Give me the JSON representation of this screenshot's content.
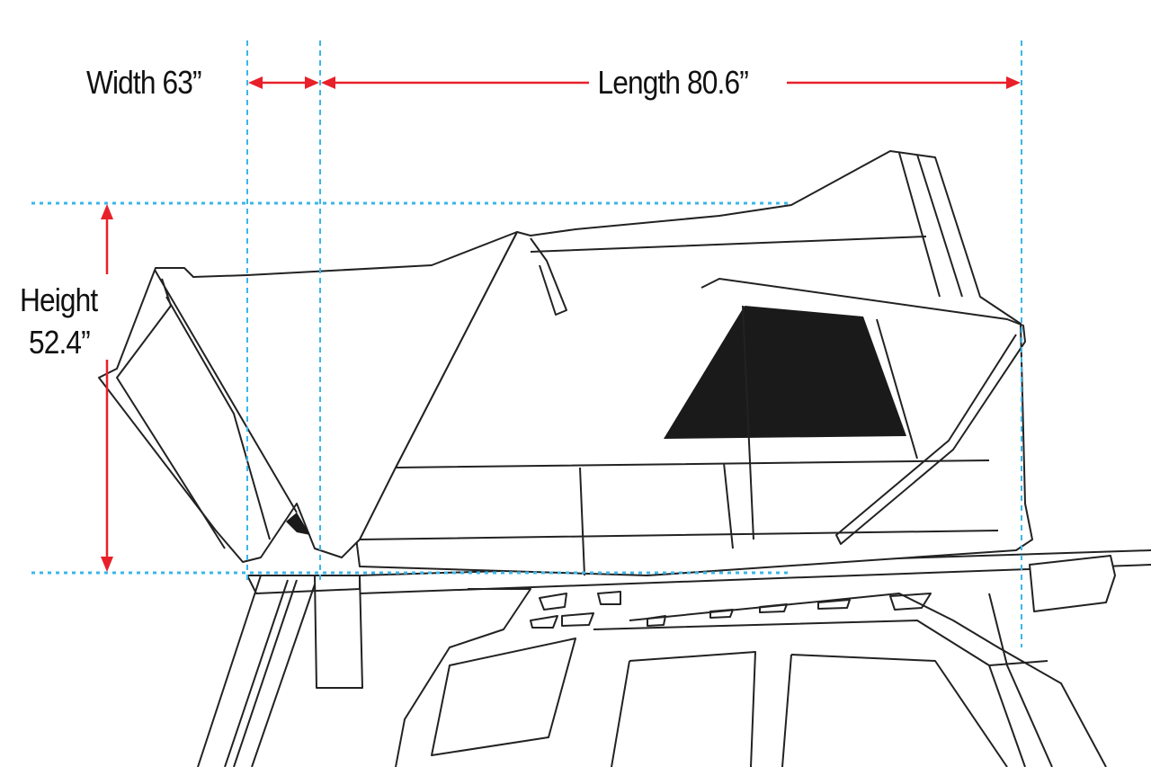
{
  "dimensions": {
    "width_label": "Width 63”",
    "length_label": "Length 80.6”",
    "height_label_line1": "Height",
    "height_label_line2": "52.4”"
  },
  "colors": {
    "guide": "#3bb6e8",
    "dimension_arrow": "#e8202a",
    "outline": "#222222",
    "window": "#1a1a1a"
  }
}
